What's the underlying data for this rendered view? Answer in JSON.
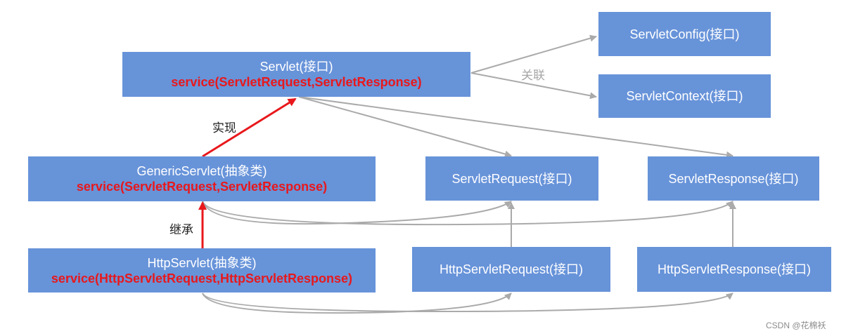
{
  "nodes": {
    "servlet": {
      "title": "Servlet(接口)",
      "method": "service(ServletRequest,ServletResponse)"
    },
    "servlet_config": {
      "title": "ServletConfig(接口)"
    },
    "servlet_context": {
      "title": "ServletContext(接口)"
    },
    "generic_servlet": {
      "title": "GenericServlet(抽象类)",
      "method": "service(ServletRequest,ServletResponse)"
    },
    "servlet_request": {
      "title": "ServletRequest(接口)"
    },
    "servlet_response": {
      "title": "ServletResponse(接口)"
    },
    "http_servlet": {
      "title": "HttpServlet(抽象类)",
      "method": "service(HttpServletRequest,HttpServletResponse)"
    },
    "http_servlet_request": {
      "title": "HttpServletRequest(接口)"
    },
    "http_servlet_response": {
      "title": "HttpServletResponse(接口)"
    }
  },
  "labels": {
    "implements": "实现",
    "inherits": "继承",
    "associates": "关联"
  },
  "watermark": "CSDN @花棉袄",
  "colors": {
    "box_fill": "#6793d9",
    "box_text": "#ffffff",
    "method_text": "#e8181c",
    "association_line": "#aaaaaa",
    "hierarchy_arrow": "#e8181c"
  }
}
